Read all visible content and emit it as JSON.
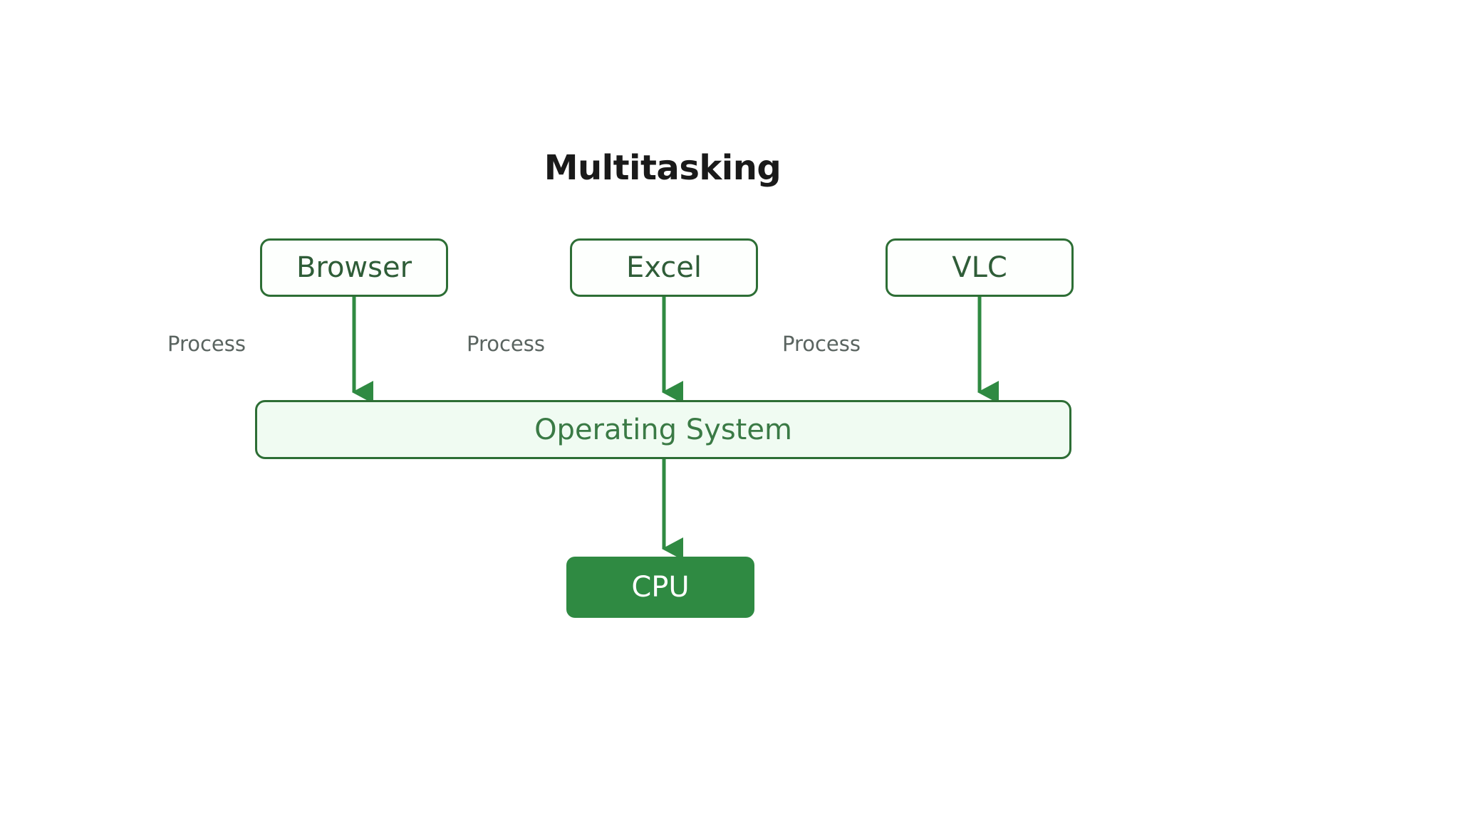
{
  "title": "Multitasking",
  "colors": {
    "background": "#ffffff",
    "title_text": "#1a1a1a",
    "box_border": "#2d6e35",
    "app_box_fill": "#fdfffd",
    "app_box_text": "#2f5d38",
    "os_box_fill": "#f0fbf2",
    "os_box_text": "#3a7a45",
    "cpu_box_fill": "#2f8a42",
    "cpu_box_text": "#ffffff",
    "arrow": "#2f8a42",
    "edge_label_text": "#5a6460"
  },
  "nodes": {
    "applications": [
      {
        "id": "browser",
        "label": "Browser"
      },
      {
        "id": "excel",
        "label": "Excel"
      },
      {
        "id": "vlc",
        "label": "VLC"
      }
    ],
    "operating_system": {
      "id": "os",
      "label": "Operating System"
    },
    "cpu": {
      "id": "cpu",
      "label": "CPU"
    }
  },
  "edges": [
    {
      "id": "browser-to-os",
      "from": "browser",
      "to": "os",
      "label": "Process"
    },
    {
      "id": "excel-to-os",
      "from": "excel",
      "to": "os",
      "label": "Process"
    },
    {
      "id": "vlc-to-os",
      "from": "vlc",
      "to": "os",
      "label": "Process"
    },
    {
      "id": "os-to-cpu",
      "from": "os",
      "to": "cpu",
      "label": ""
    }
  ]
}
